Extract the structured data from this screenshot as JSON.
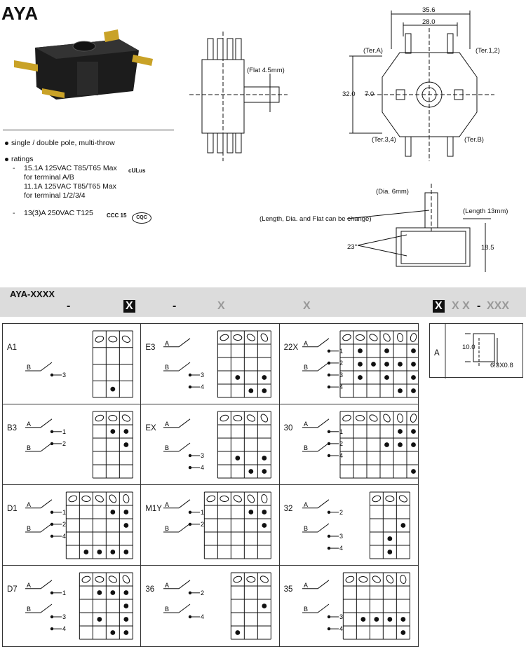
{
  "header": {
    "title": "AYA"
  },
  "features": [
    "single / double pole, multi-throw",
    "ratings"
  ],
  "ratings": [
    {
      "lines": [
        "15.1A 125VAC T85/T65 Max",
        "for terminal A/B",
        "11.1A 125VAC T85/T65 Max",
        "for terminal 1/2/3/4"
      ]
    },
    {
      "lines": [
        "13(3)A 250VAC T125"
      ]
    }
  ],
  "cert_marks": {
    "ul": "cULus",
    "ccc": "CCC 15",
    "cqc": "CQC"
  },
  "side_view": {
    "flat_label": "(Flat 4.5mm)"
  },
  "front_view": {
    "width_outer": "35.6",
    "width_inner": "28.0",
    "height": "32.0",
    "offset": "7.0",
    "ter_a": "(Ter.A)",
    "ter_12": "(Ter.1,2)",
    "ter_34": "(Ter.3,4)",
    "ter_b": "(Ter.B)"
  },
  "shaft_view": {
    "dia": "(Dia. 6mm)",
    "length": "(Length 13mm)",
    "note": "(Length, Dia. and Flat can be change)",
    "angle": "23°",
    "height": "18.5"
  },
  "model": {
    "name": "AYA-XXXX",
    "code_parts": [
      "-",
      "X",
      "-",
      "X",
      "X",
      "X",
      "X X",
      "-",
      "XXX"
    ]
  },
  "terminal": {
    "label": "A",
    "dim_h": "10.0",
    "dim_w": "6.3X0.8"
  },
  "circuits": [
    {
      "id": "A1",
      "row": 0,
      "col": 0,
      "positions": 1,
      "terminals": [
        [
          "B",
          "3"
        ]
      ],
      "poles_top": [],
      "dots": [
        [
          0,
          0,
          0
        ],
        [
          0,
          0,
          0
        ],
        [
          0,
          1,
          0
        ]
      ]
    },
    {
      "id": "E3",
      "row": 0,
      "col": 1,
      "positions": 3,
      "terminals": [
        [
          "A",
          ""
        ],
        [
          "B",
          "3",
          "4"
        ]
      ],
      "dots": [
        [
          0,
          0,
          0,
          0
        ],
        [
          0,
          0,
          0,
          0
        ],
        [
          0,
          1,
          0,
          1
        ],
        [
          0,
          0,
          1,
          1
        ]
      ]
    },
    {
      "id": "22X",
      "row": 0,
      "col": 2,
      "positions": 5,
      "terminals": [
        [
          "A",
          "1",
          "2"
        ],
        [
          "B",
          "3",
          "4"
        ]
      ],
      "dots": [
        [
          0,
          1,
          0,
          1,
          0,
          1
        ],
        [
          0,
          1,
          1,
          1,
          1,
          1
        ],
        [
          0,
          1,
          0,
          1,
          0,
          1
        ],
        [
          0,
          0,
          0,
          0,
          1,
          1
        ]
      ]
    },
    {
      "id": "B3",
      "row": 1,
      "col": 0,
      "positions": 2,
      "terminals": [
        [
          "A",
          "1",
          "2"
        ],
        [
          "B",
          ""
        ]
      ],
      "dots": [
        [
          0,
          1,
          1
        ],
        [
          0,
          0,
          1
        ],
        [
          0,
          0,
          0
        ],
        [
          0,
          0,
          0
        ]
      ]
    },
    {
      "id": "EX",
      "row": 1,
      "col": 1,
      "positions": 3,
      "terminals": [
        [
          "A",
          ""
        ],
        [
          "B",
          "3",
          "4"
        ]
      ],
      "dots": [
        [
          0,
          0,
          0,
          0
        ],
        [
          0,
          0,
          0,
          0
        ],
        [
          0,
          1,
          0,
          1
        ],
        [
          0,
          0,
          1,
          1
        ]
      ]
    },
    {
      "id": "30",
      "row": 1,
      "col": 2,
      "positions": 5,
      "terminals": [
        [
          "A",
          "1",
          "2"
        ],
        [
          "B",
          "4"
        ]
      ],
      "dots": [
        [
          0,
          0,
          0,
          0,
          1,
          1
        ],
        [
          0,
          0,
          0,
          1,
          1,
          1
        ],
        [
          0,
          0,
          0,
          0,
          0,
          0
        ],
        [
          0,
          0,
          0,
          0,
          0,
          1
        ]
      ]
    },
    {
      "id": "D1",
      "row": 2,
      "col": 0,
      "positions": 3,
      "terminals": [
        [
          "A",
          "1",
          "2"
        ],
        [
          "B",
          "4"
        ]
      ],
      "dots": [
        [
          0,
          0,
          0,
          1,
          1
        ],
        [
          0,
          0,
          0,
          0,
          1
        ],
        [
          0,
          0,
          0,
          0,
          0
        ],
        [
          0,
          1,
          1,
          1,
          1
        ]
      ]
    },
    {
      "id": "M1Y",
      "row": 2,
      "col": 1,
      "positions": 3,
      "terminals": [
        [
          "A",
          "1",
          "2"
        ],
        [
          "B",
          ""
        ]
      ],
      "dots": [
        [
          0,
          0,
          0,
          1,
          1
        ],
        [
          0,
          0,
          0,
          0,
          1
        ],
        [
          0,
          0,
          0,
          0,
          0
        ],
        [
          0,
          0,
          0,
          0,
          0
        ]
      ]
    },
    {
      "id": "32",
      "row": 2,
      "col": 2,
      "positions": 2,
      "terminals": [
        [
          "A",
          "2"
        ],
        [
          "B",
          "3",
          "4"
        ]
      ],
      "dots": [
        [
          0,
          0,
          0
        ],
        [
          0,
          0,
          1
        ],
        [
          0,
          1,
          0
        ],
        [
          0,
          1,
          0
        ]
      ]
    },
    {
      "id": "D7",
      "row": 3,
      "col": 0,
      "positions": 3,
      "terminals": [
        [
          "A",
          "1"
        ],
        [
          "B",
          "3",
          "4"
        ]
      ],
      "dots": [
        [
          0,
          1,
          1,
          1
        ],
        [
          0,
          0,
          0,
          1
        ],
        [
          0,
          1,
          0,
          1
        ],
        [
          0,
          0,
          1,
          1
        ]
      ]
    },
    {
      "id": "36",
      "row": 3,
      "col": 1,
      "positions": 2,
      "terminals": [
        [
          "A",
          "2"
        ],
        [
          "B",
          "4"
        ]
      ],
      "dots": [
        [
          0,
          0,
          0
        ],
        [
          0,
          0,
          1
        ],
        [
          0,
          0,
          0
        ],
        [
          1,
          0,
          0
        ]
      ]
    },
    {
      "id": "35",
      "row": 3,
      "col": 2,
      "positions": 4,
      "terminals": [
        [
          "A",
          ""
        ],
        [
          "B",
          "3",
          "4"
        ]
      ],
      "dots": [
        [
          0,
          0,
          0,
          0,
          0
        ],
        [
          0,
          0,
          0,
          0,
          0
        ],
        [
          0,
          1,
          1,
          1,
          1
        ],
        [
          0,
          0,
          0,
          0,
          1
        ]
      ]
    }
  ]
}
